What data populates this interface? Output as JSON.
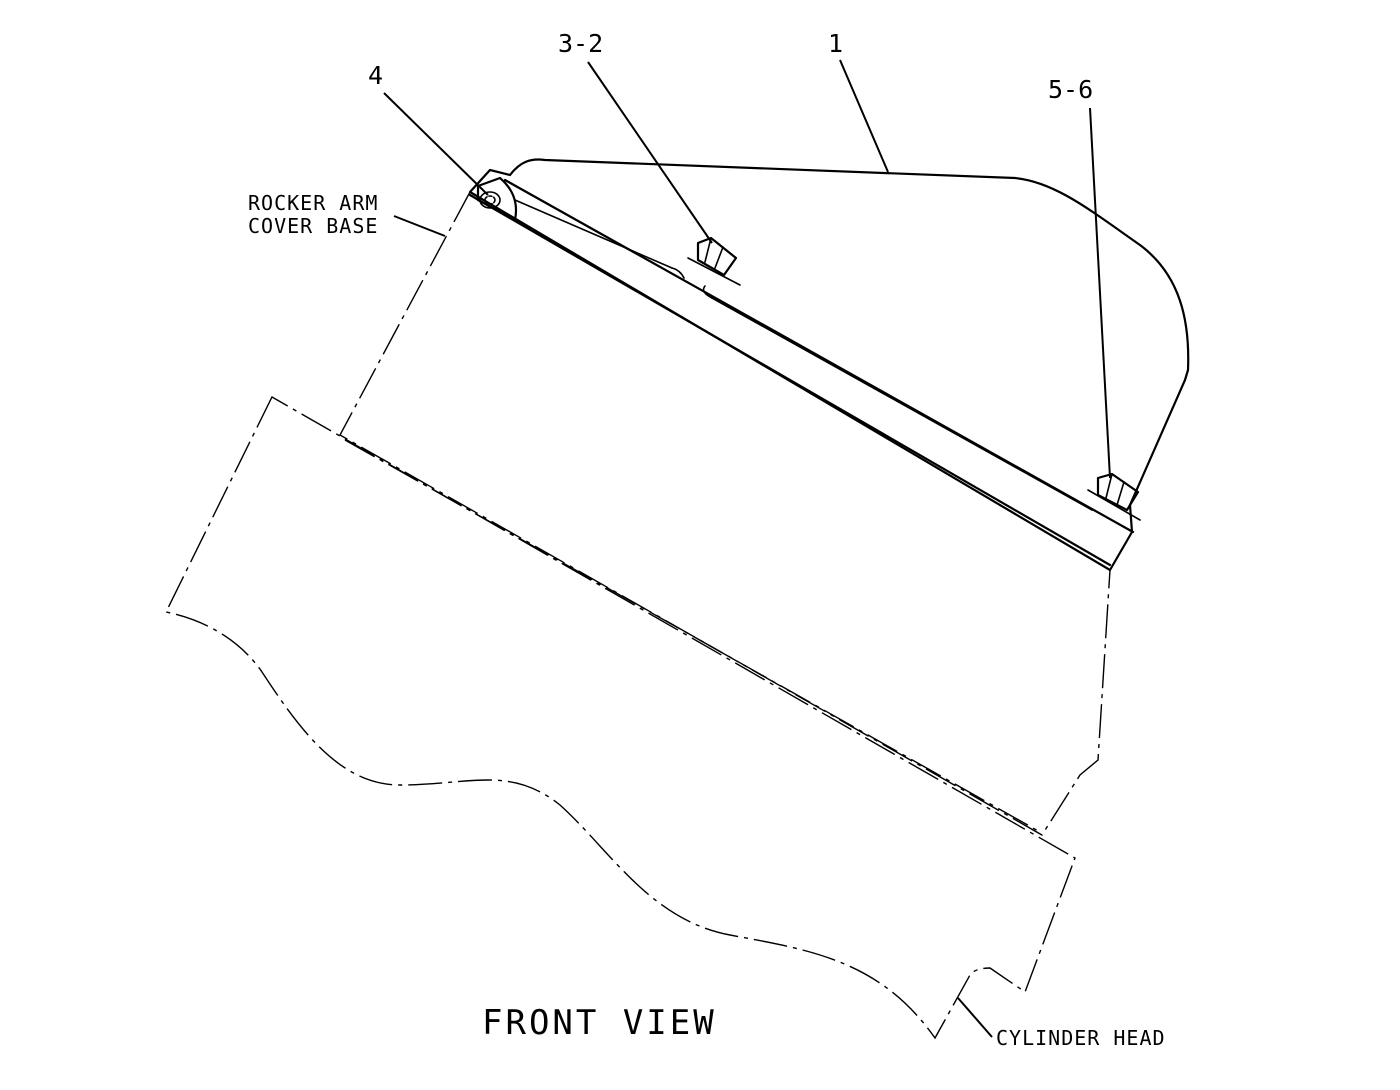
{
  "diagram": {
    "title": "FRONT VIEW",
    "callouts": {
      "part_1": "1",
      "part_3_2": "3-2",
      "part_4": "4",
      "part_5_6": "5-6"
    },
    "notes": {
      "rocker_arm_cover_base_line1": "ROCKER ARM",
      "rocker_arm_cover_base_line2": "COVER BASE",
      "cylinder_head": "CYLINDER HEAD"
    }
  }
}
